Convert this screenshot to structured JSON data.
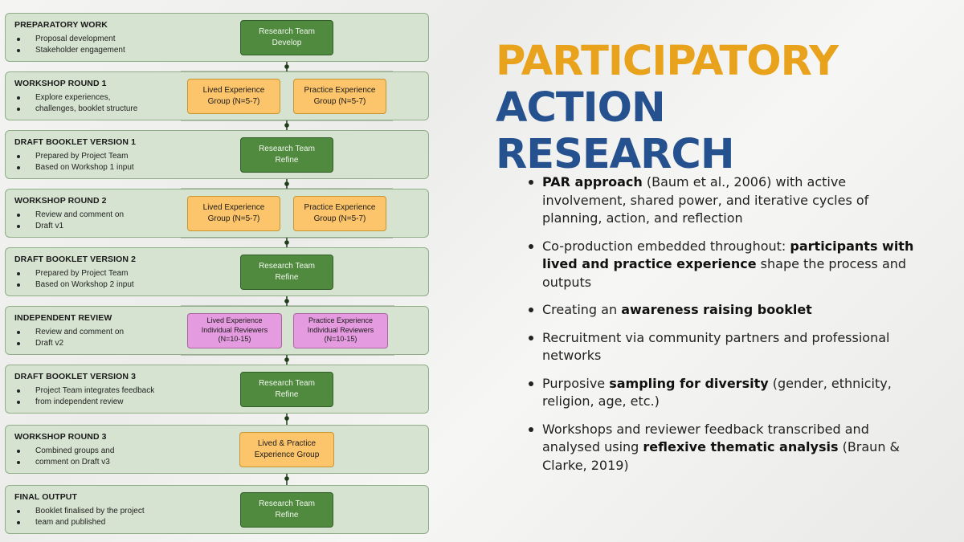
{
  "colors": {
    "stage_bg": "#d5e3d0",
    "research_team": "#4f8a3e",
    "group": "#fdc56b",
    "reviewer": "#e59be0",
    "title_orange": "#e8a21c",
    "title_blue": "#25528f"
  },
  "flow": {
    "stages": [
      {
        "title": "PREPARATORY WORK",
        "lines": [
          "Proposal development",
          "Stakeholder engagement"
        ],
        "nodes": [
          {
            "type": "green",
            "lines": [
              "Research Team",
              "Develop"
            ]
          }
        ]
      },
      {
        "title": "WORKSHOP ROUND 1",
        "lines": [
          "Explore experiences,",
          "challenges, booklet structure"
        ],
        "nodes": [
          {
            "type": "orange",
            "lines": [
              "Lived Experience",
              "Group (N=5-7)"
            ]
          },
          {
            "type": "orange",
            "lines": [
              "Practice Experience",
              "Group (N=5-7)"
            ]
          }
        ]
      },
      {
        "title": "DRAFT BOOKLET VERSION 1",
        "lines": [
          "Prepared by Project Team",
          "Based on Workshop 1 input"
        ],
        "nodes": [
          {
            "type": "green",
            "lines": [
              "Research Team",
              "Refine"
            ]
          }
        ]
      },
      {
        "title": "WORKSHOP ROUND 2",
        "lines": [
          "Review and comment on",
          "Draft v1"
        ],
        "nodes": [
          {
            "type": "orange",
            "lines": [
              "Lived Experience",
              "Group (N=5-7)"
            ]
          },
          {
            "type": "orange",
            "lines": [
              "Practice Experience",
              "Group (N=5-7)"
            ]
          }
        ]
      },
      {
        "title": "DRAFT BOOKLET VERSION 2",
        "lines": [
          "Prepared by Project Team",
          "Based on Workshop 2 input"
        ],
        "nodes": [
          {
            "type": "green",
            "lines": [
              "Research Team",
              "Refine"
            ]
          }
        ]
      },
      {
        "title": "INDEPENDENT REVIEW",
        "lines": [
          "Review and comment on",
          "Draft v2"
        ],
        "nodes": [
          {
            "type": "pink",
            "lines": [
              "Lived Experience",
              "Individual Reviewers",
              "(N=10-15)"
            ]
          },
          {
            "type": "pink",
            "lines": [
              "Practice Experience",
              "Individual Reviewers",
              "(N=10-15)"
            ]
          }
        ]
      },
      {
        "title": "DRAFT BOOKLET VERSION 3",
        "lines": [
          "Project Team integrates feedback",
          "from independent review"
        ],
        "nodes": [
          {
            "type": "green",
            "lines": [
              "Research Team",
              "Refine"
            ]
          }
        ]
      },
      {
        "title": "WORKSHOP ROUND 3",
        "lines": [
          "Combined groups and",
          "comment on Draft v3"
        ],
        "nodes": [
          {
            "type": "orange",
            "lines": [
              "Lived & Practice",
              "Experience Group"
            ]
          }
        ]
      },
      {
        "title": "FINAL OUTPUT",
        "lines": [
          "Booklet finalised by the project",
          "team and published"
        ],
        "nodes": [
          {
            "type": "green",
            "lines": [
              "Research Team",
              "Refine"
            ]
          }
        ]
      }
    ]
  },
  "title": {
    "word1": "PARTICIPATORY",
    "word2": "ACTION",
    "word3": "RESEARCH"
  },
  "bullets": [
    [
      {
        "b": true,
        "t": "PAR approach"
      },
      {
        "b": false,
        "t": " (Baum et al., 2006) with active involvement, shared power, and iterative cycles of planning, action, and reflection"
      }
    ],
    [
      {
        "b": false,
        "t": "Co-production embedded throughout: "
      },
      {
        "b": true,
        "t": "participants with lived and practice experience"
      },
      {
        "b": false,
        "t": " shape the process and outputs"
      }
    ],
    [
      {
        "b": false,
        "t": "Creating an "
      },
      {
        "b": true,
        "t": "awareness raising booklet"
      }
    ],
    [
      {
        "b": false,
        "t": "Recruitment via community partners and professional networks"
      }
    ],
    [
      {
        "b": false,
        "t": "Purposive "
      },
      {
        "b": true,
        "t": "sampling for diversity"
      },
      {
        "b": false,
        "t": " (gender, ethnicity, religion, age, etc.)"
      }
    ],
    [
      {
        "b": false,
        "t": "Workshops and reviewer feedback transcribed and analysed using "
      },
      {
        "b": true,
        "t": "reflexive thematic analysis"
      },
      {
        "b": false,
        "t": " (Braun & Clarke, 2019)"
      }
    ]
  ]
}
